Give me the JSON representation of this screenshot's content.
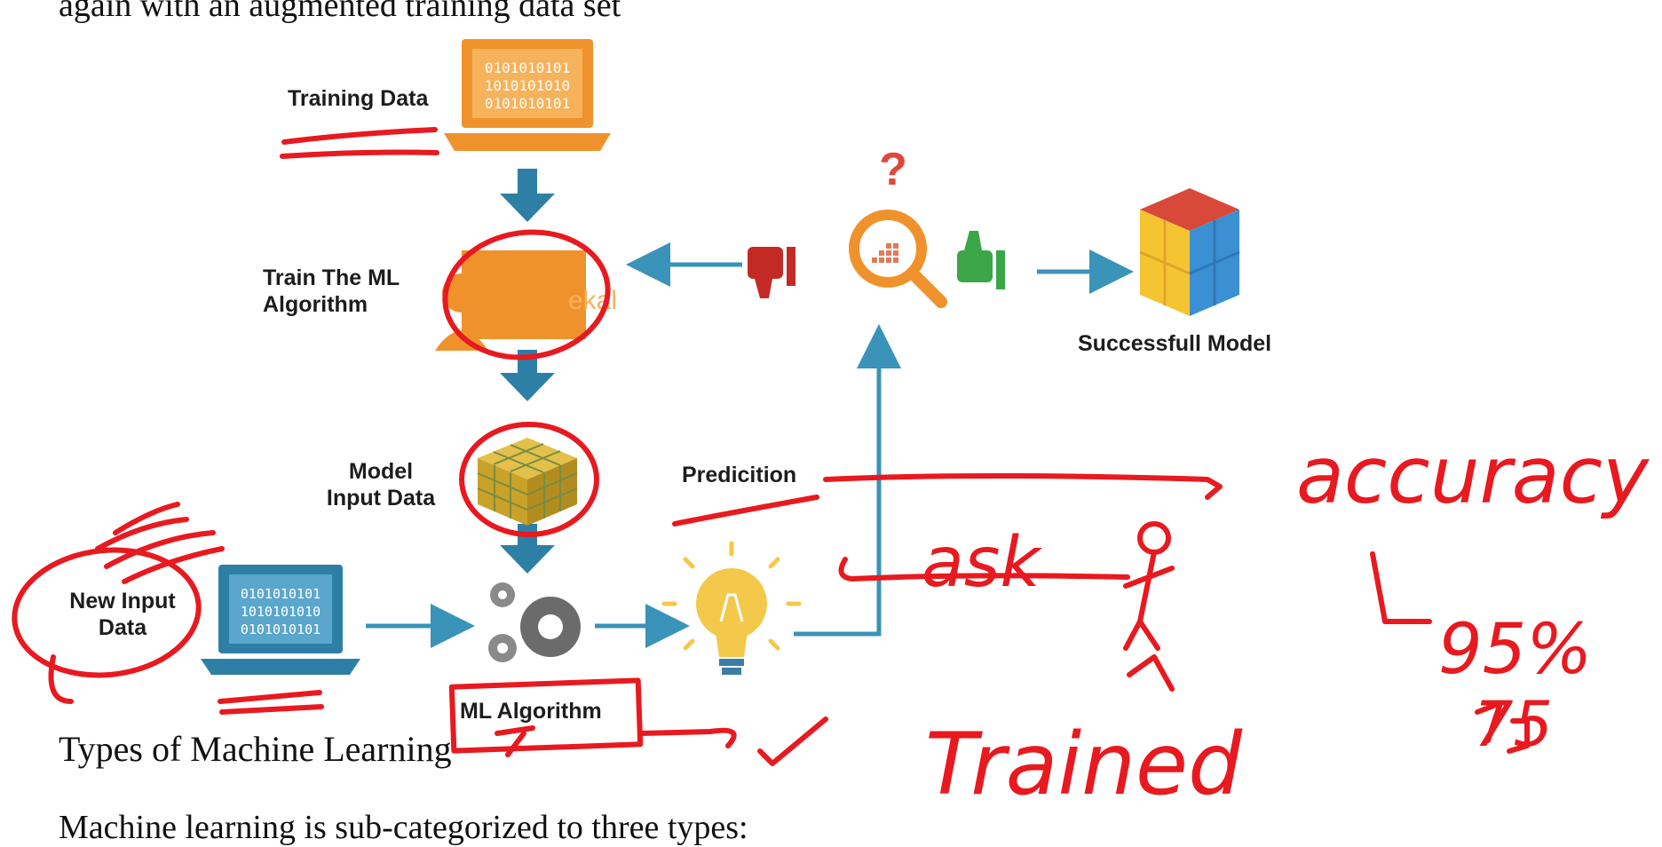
{
  "document": {
    "top_line": "again with an augmented training data set",
    "section_heading": "Types of Machine Learning",
    "bottom_line": "Machine learning is sub-categorized to three types:"
  },
  "diagram": {
    "labels": {
      "training_data": "Training Data",
      "train_ml_algorithm_1": "Train The  ML",
      "train_ml_algorithm_2": "Algorithm",
      "successful_model": "Successfull Model",
      "model_input_data_1": "Model",
      "model_input_data_2": "Input Data",
      "prediction": "Predicition",
      "new_input_data_1": "New Input",
      "new_input_data_2": "Data",
      "ml_algorithm": "ML  Algorithm",
      "question_mark": "?"
    },
    "colors": {
      "orange": "#f0922c",
      "blue": "#2e7fa6",
      "arrow": "#3a93b8",
      "red_thumb": "#c42a25",
      "green_thumb": "#3aa648",
      "gear": "#6b6b6b",
      "bulb": "#f4c84a",
      "cube_red": "#d9493a",
      "cube_yellow": "#f5c531",
      "cube_blue": "#3b8fd3",
      "grid_cube": "#c9a227"
    }
  },
  "annotations": {
    "ink_color": "#e8191f",
    "words": {
      "accuracy": "accuracy",
      "ask": "ask",
      "percent": "95%",
      "trained": "Trained",
      "seven_five": "75"
    }
  }
}
